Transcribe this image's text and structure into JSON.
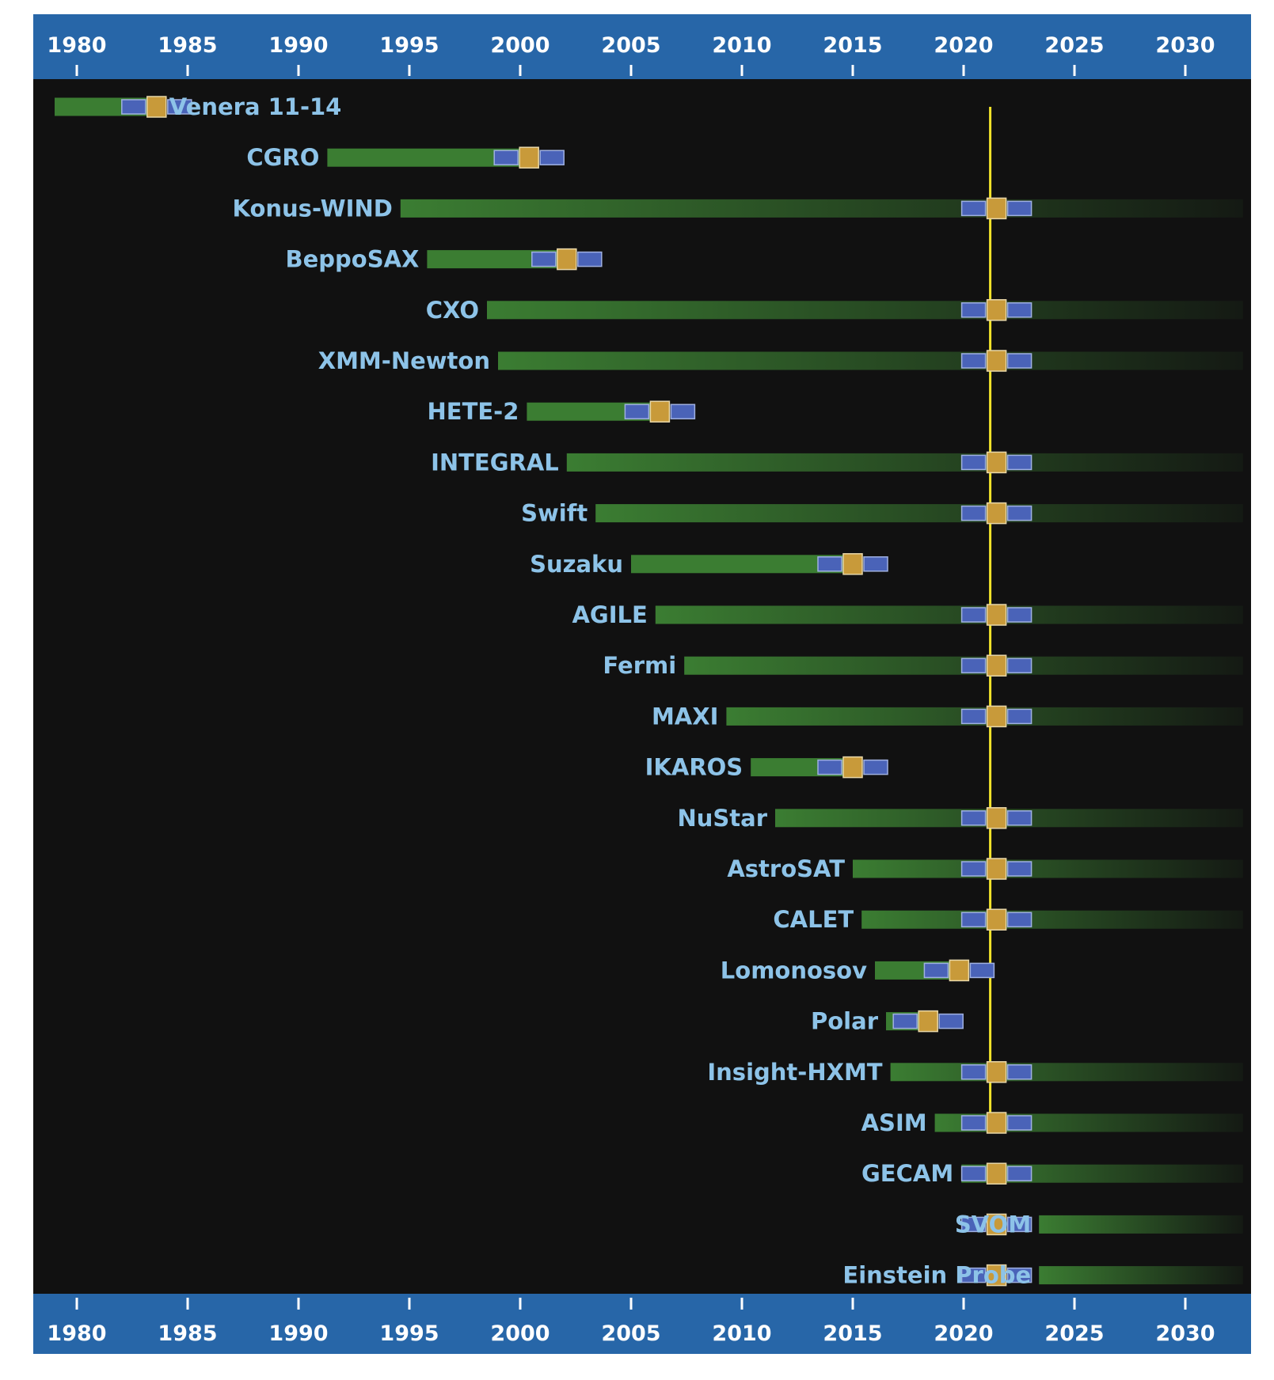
{
  "chart_data": {
    "type": "bar",
    "subtype": "timeline-gantt",
    "title": "",
    "xlabel": "",
    "ylabel": "",
    "x_axis": {
      "min": 1978,
      "max": 2032.6,
      "ticks": [
        1980,
        1985,
        1990,
        1995,
        2000,
        2005,
        2010,
        2015,
        2020,
        2025,
        2030
      ],
      "tick_labels": [
        "1980",
        "1985",
        "1990",
        "1995",
        "2000",
        "2005",
        "2010",
        "2015",
        "2020",
        "2025",
        "2030"
      ],
      "shown_top_and_bottom": true
    },
    "marker_line_year": 2021.2,
    "grid": false,
    "legend": "none",
    "missions": [
      {
        "name": "Venera 11-14",
        "start": 1979.0,
        "end": 1983.6,
        "ongoing": false,
        "label_side": "right"
      },
      {
        "name": "CGRO",
        "start": 1991.3,
        "end": 2000.4,
        "ongoing": false,
        "label_side": "left"
      },
      {
        "name": "Konus-WIND",
        "start": 1994.6,
        "end": 2032.6,
        "ongoing": true,
        "label_side": "left"
      },
      {
        "name": "BeppoSAX",
        "start": 1995.8,
        "end": 2002.1,
        "ongoing": false,
        "label_side": "left"
      },
      {
        "name": "CXO",
        "start": 1998.5,
        "end": 2032.6,
        "ongoing": true,
        "label_side": "left"
      },
      {
        "name": "XMM-Newton",
        "start": 1999.0,
        "end": 2032.6,
        "ongoing": true,
        "label_side": "left"
      },
      {
        "name": "HETE-2",
        "start": 2000.3,
        "end": 2006.3,
        "ongoing": false,
        "label_side": "left"
      },
      {
        "name": "INTEGRAL",
        "start": 2002.1,
        "end": 2032.6,
        "ongoing": true,
        "label_side": "left"
      },
      {
        "name": "Swift",
        "start": 2003.4,
        "end": 2032.6,
        "ongoing": true,
        "label_side": "left"
      },
      {
        "name": "Suzaku",
        "start": 2005.0,
        "end": 2015.0,
        "ongoing": false,
        "label_side": "left"
      },
      {
        "name": "AGILE",
        "start": 2006.1,
        "end": 2032.6,
        "ongoing": true,
        "label_side": "left"
      },
      {
        "name": "Fermi",
        "start": 2007.4,
        "end": 2032.6,
        "ongoing": true,
        "label_side": "left"
      },
      {
        "name": "MAXI",
        "start": 2009.3,
        "end": 2032.6,
        "ongoing": true,
        "label_side": "left"
      },
      {
        "name": "IKAROS",
        "start": 2010.4,
        "end": 2015.0,
        "ongoing": false,
        "label_side": "left"
      },
      {
        "name": "NuStar",
        "start": 2011.5,
        "end": 2032.6,
        "ongoing": true,
        "label_side": "left"
      },
      {
        "name": "AstroSAT",
        "start": 2015.0,
        "end": 2032.6,
        "ongoing": true,
        "label_side": "left"
      },
      {
        "name": "CALET",
        "start": 2015.4,
        "end": 2032.6,
        "ongoing": true,
        "label_side": "left"
      },
      {
        "name": "Lomonosov",
        "start": 2016.0,
        "end": 2019.8,
        "ongoing": false,
        "label_side": "left"
      },
      {
        "name": "Polar",
        "start": 2016.5,
        "end": 2018.4,
        "ongoing": false,
        "label_side": "left"
      },
      {
        "name": "Insight-HXMT",
        "start": 2016.7,
        "end": 2032.6,
        "ongoing": true,
        "label_side": "left"
      },
      {
        "name": "ASIM",
        "start": 2018.7,
        "end": 2032.6,
        "ongoing": true,
        "label_side": "left"
      },
      {
        "name": "GECAM",
        "start": 2019.9,
        "end": 2032.6,
        "ongoing": true,
        "label_side": "left"
      },
      {
        "name": "SVOM",
        "start": 2023.4,
        "end": 2032.6,
        "ongoing": true,
        "label_side": "left"
      },
      {
        "name": "Einstein Probe",
        "start": 2023.4,
        "end": 2032.6,
        "ongoing": true,
        "label_side": "left"
      }
    ]
  },
  "colors": {
    "background": "#111111",
    "axis_band": "#2766a8",
    "axis_text": "#ffffff",
    "bar": "#3b7d32",
    "label": "#8dc3e8",
    "marker_line": "#f2e32a"
  },
  "icons": [
    "satellite-icon"
  ]
}
